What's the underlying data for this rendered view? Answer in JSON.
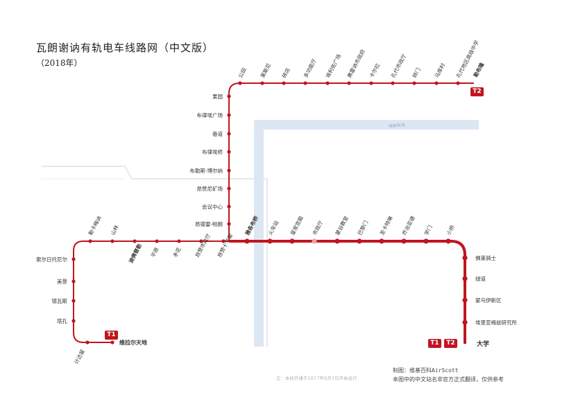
{
  "title": "瓦朗谢讷有轨电车线路网（中文版）",
  "subtitle": "（2018年）",
  "credit": {
    "line1": "制图：维基百科AirScott",
    "line2": "本图中的中文站名非官方正式翻译，仅供参考"
  },
  "note": "注：本线开通于2017年6月1日开始运行",
  "river_label": "埃斯科河",
  "lines": [
    {
      "id": "T1",
      "color": "#c0151f"
    },
    {
      "id": "T2",
      "color": "#c0151f"
    }
  ],
  "stations": {
    "t2_top": [
      "公田",
      "莱斯尼",
      "砖店",
      "多功能厅",
      "埃利佐广场",
      "弗雷讷市政府",
      "卡尔拉",
      "孔代市政厅",
      "转门",
      "马库村",
      "孔代地区高级中学"
    ],
    "t2_top_terminus": "勒布隆",
    "t2_vertical": [
      "果园",
      "布律埃广场",
      "巷道",
      "布律埃桥",
      "布勒斯-博尔纳",
      "昂赞尼矿场",
      "会议中心",
      "昂德雷-帕朗"
    ],
    "west_branch": [
      "勒卡梅讷",
      "山林",
      "迪佛普勒",
      "平原",
      "矛花",
      "昂赞市政厅",
      "昂赞十字架"
    ],
    "trunk": [
      "雅各布桥",
      "火车站",
      "皇家宫殿",
      "市政厅",
      "蒙谷教堂",
      "巴黎门",
      "圣卡特琳",
      "乔治亚德",
      "学门",
      "小桥"
    ],
    "t1_west": [
      "索尔日托尼尔",
      "美景",
      "锦瓦斯",
      "塔孔"
    ],
    "t1_bottom": [
      "计达留"
    ],
    "t1_terminus": "维拉尔天地",
    "east": [
      "佛莱骑士",
      "绿道",
      "蒙乌伊新区",
      "埃里亚梅兹研究所"
    ],
    "east_terminus": "大学"
  }
}
